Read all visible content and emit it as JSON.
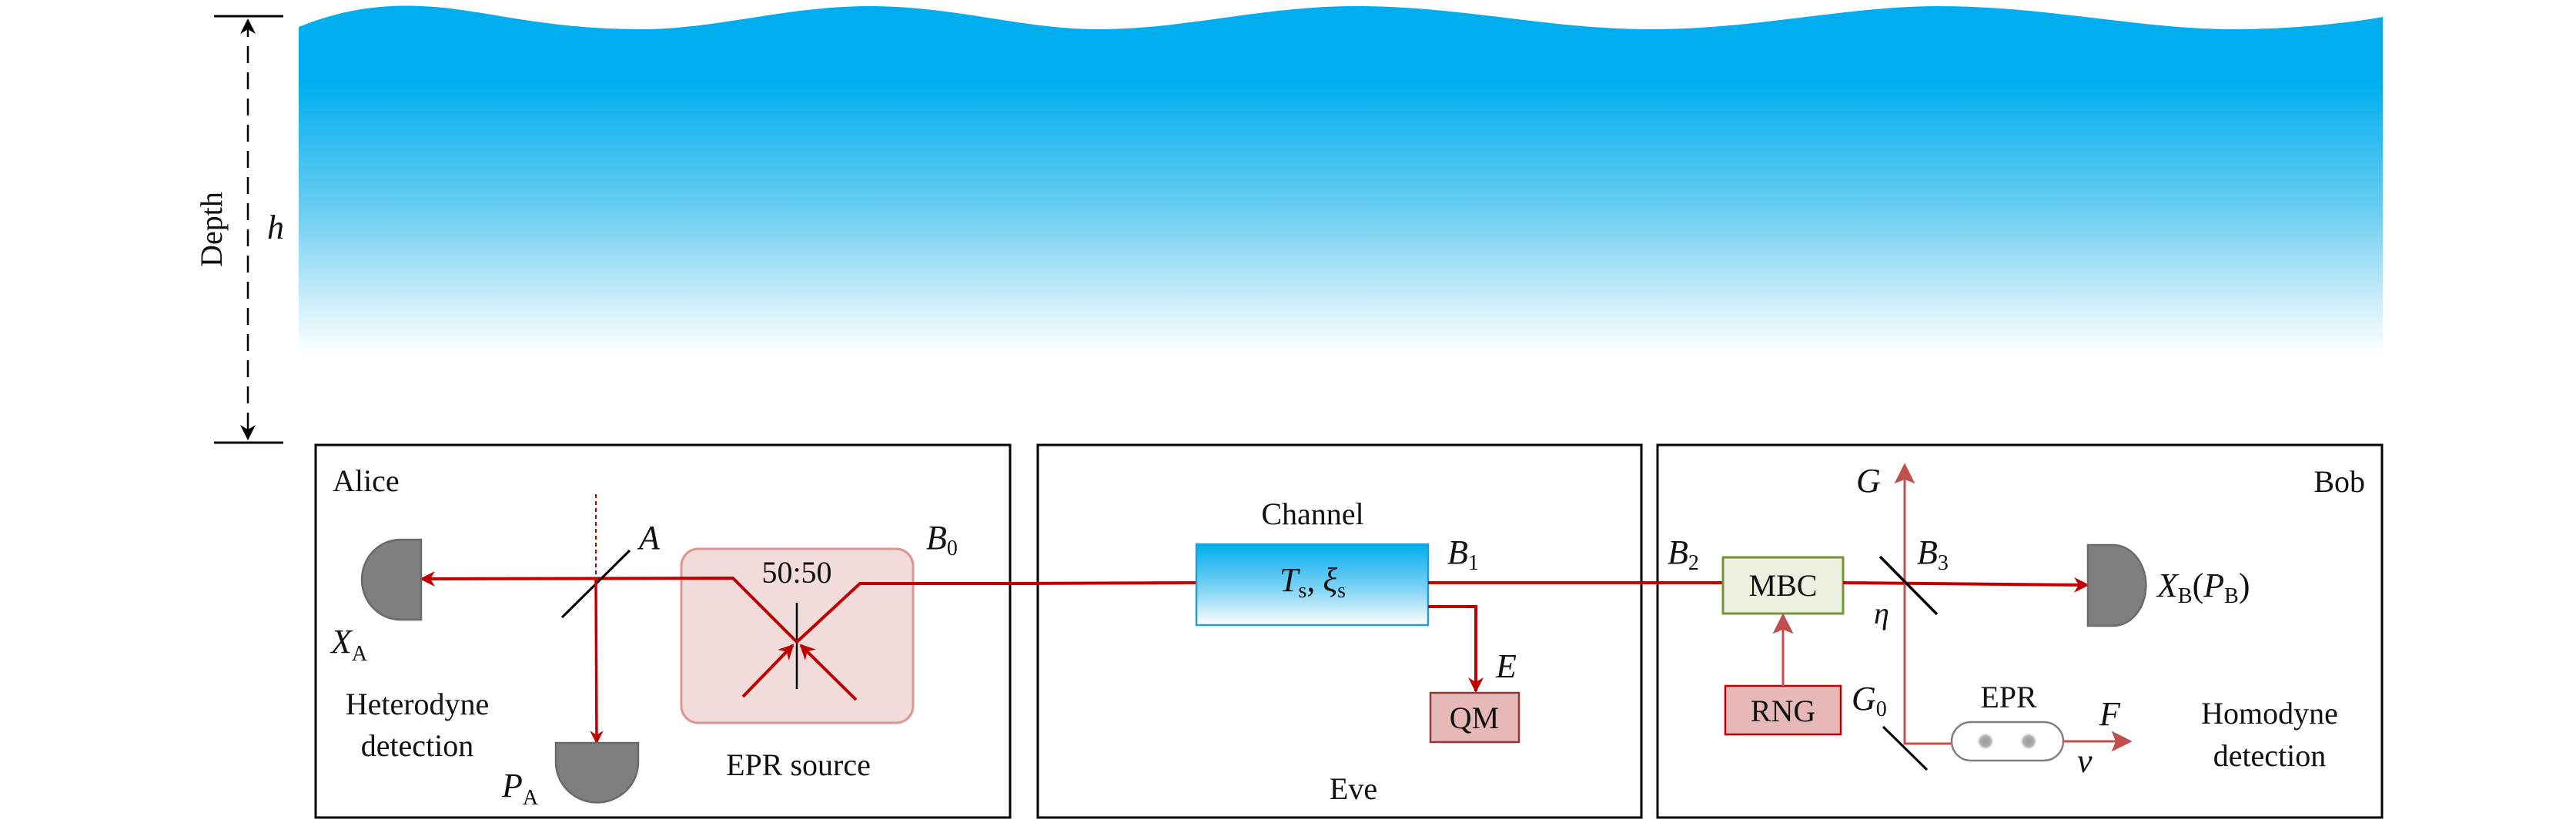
{
  "figure": {
    "depth_marker": {
      "label": "Depth",
      "symbol": "h"
    },
    "panels": {
      "alice": {
        "title": "Alice",
        "beam_splitter_label": "A",
        "detector_x_label": "X",
        "detector_x_sub": "A",
        "detector_p_label": "P",
        "detector_p_sub": "A",
        "detection_line1": "Heterodyne",
        "detection_line2": "detection",
        "source_ratio": "50:50",
        "source_label": "EPR source",
        "output_mode_label": "B",
        "output_mode_sub": "0"
      },
      "eve": {
        "title": "Eve",
        "channel_title": "Channel",
        "channel_param_t": "T",
        "channel_param_t_sub": "s",
        "channel_param_sep": ",",
        "channel_param_xi": "ξ",
        "channel_param_xi_sub": "s",
        "output_mode_label": "B",
        "output_mode_sub": "1",
        "eavesdrop_mode_label": "E",
        "memory_label": "QM"
      },
      "bob": {
        "title": "Bob",
        "input_mode_label": "B",
        "input_mode_sub": "2",
        "mbc_label": "MBC",
        "rng_label": "RNG",
        "bs_mode_label": "B",
        "bs_mode_sub": "3",
        "bs_transmittance": "η",
        "g_label": "G",
        "g0_label": "G",
        "g0_sub": "0",
        "epr_label": "EPR",
        "f_label": "F",
        "v_label": "v",
        "detector_label_x": "X",
        "detector_label_x_sub": "B",
        "detector_label_paren_open": "(",
        "detector_label_p": "P",
        "detector_label_p_sub": "B",
        "detector_label_paren_close": ")",
        "detection_line1": "Homodyne",
        "detection_line2": "detection"
      }
    },
    "colors": {
      "water": "#00AEEF",
      "beam": "#C00000",
      "aux_beam": "#C0504D",
      "detector": "#7F7F7F",
      "epr_box": "#F2DCDB",
      "mbc_box": "#EBF1DE",
      "qm_box": "#E6B9B8"
    }
  }
}
